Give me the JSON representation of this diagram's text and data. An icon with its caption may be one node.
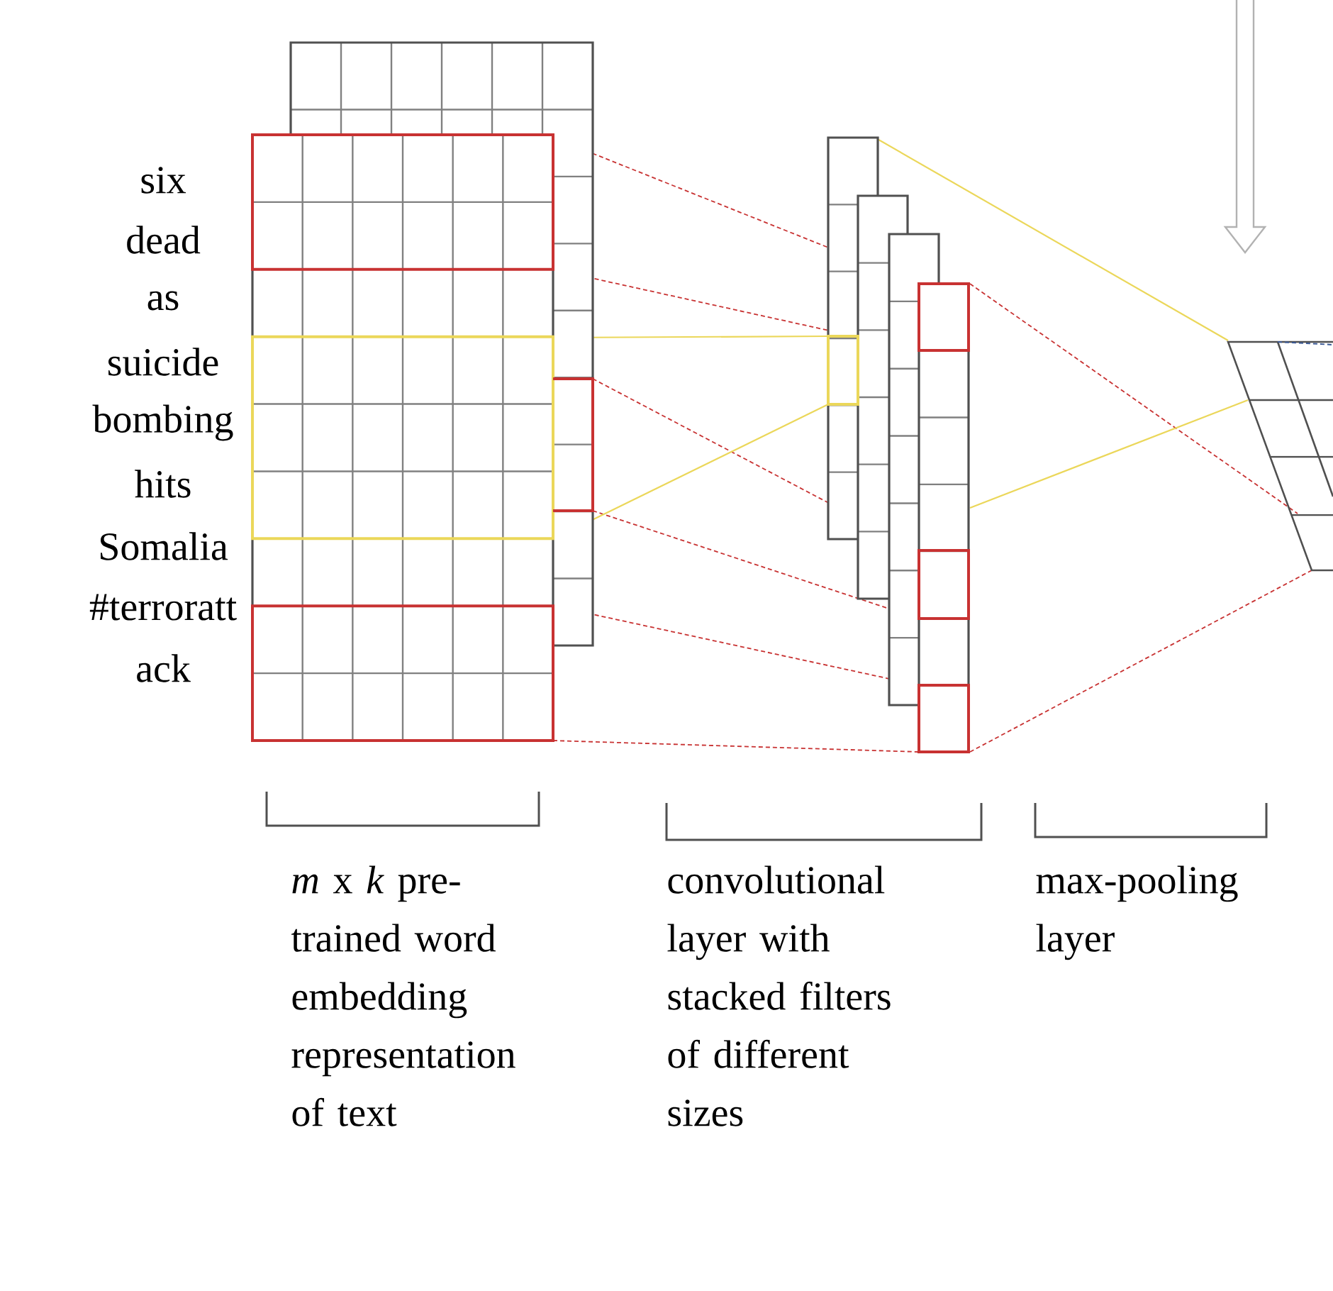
{
  "diagram": {
    "labels": [
      "six",
      "dead",
      "as",
      "suicide",
      "bombing",
      "hits",
      "Somalia",
      "#terroratt",
      "ack",
      "*m* x *k* pre-trained word embedding representation of text",
      "convolutional layer with stacked filters of different sizes",
      "max-pooling layer"
    ]
  }
}
